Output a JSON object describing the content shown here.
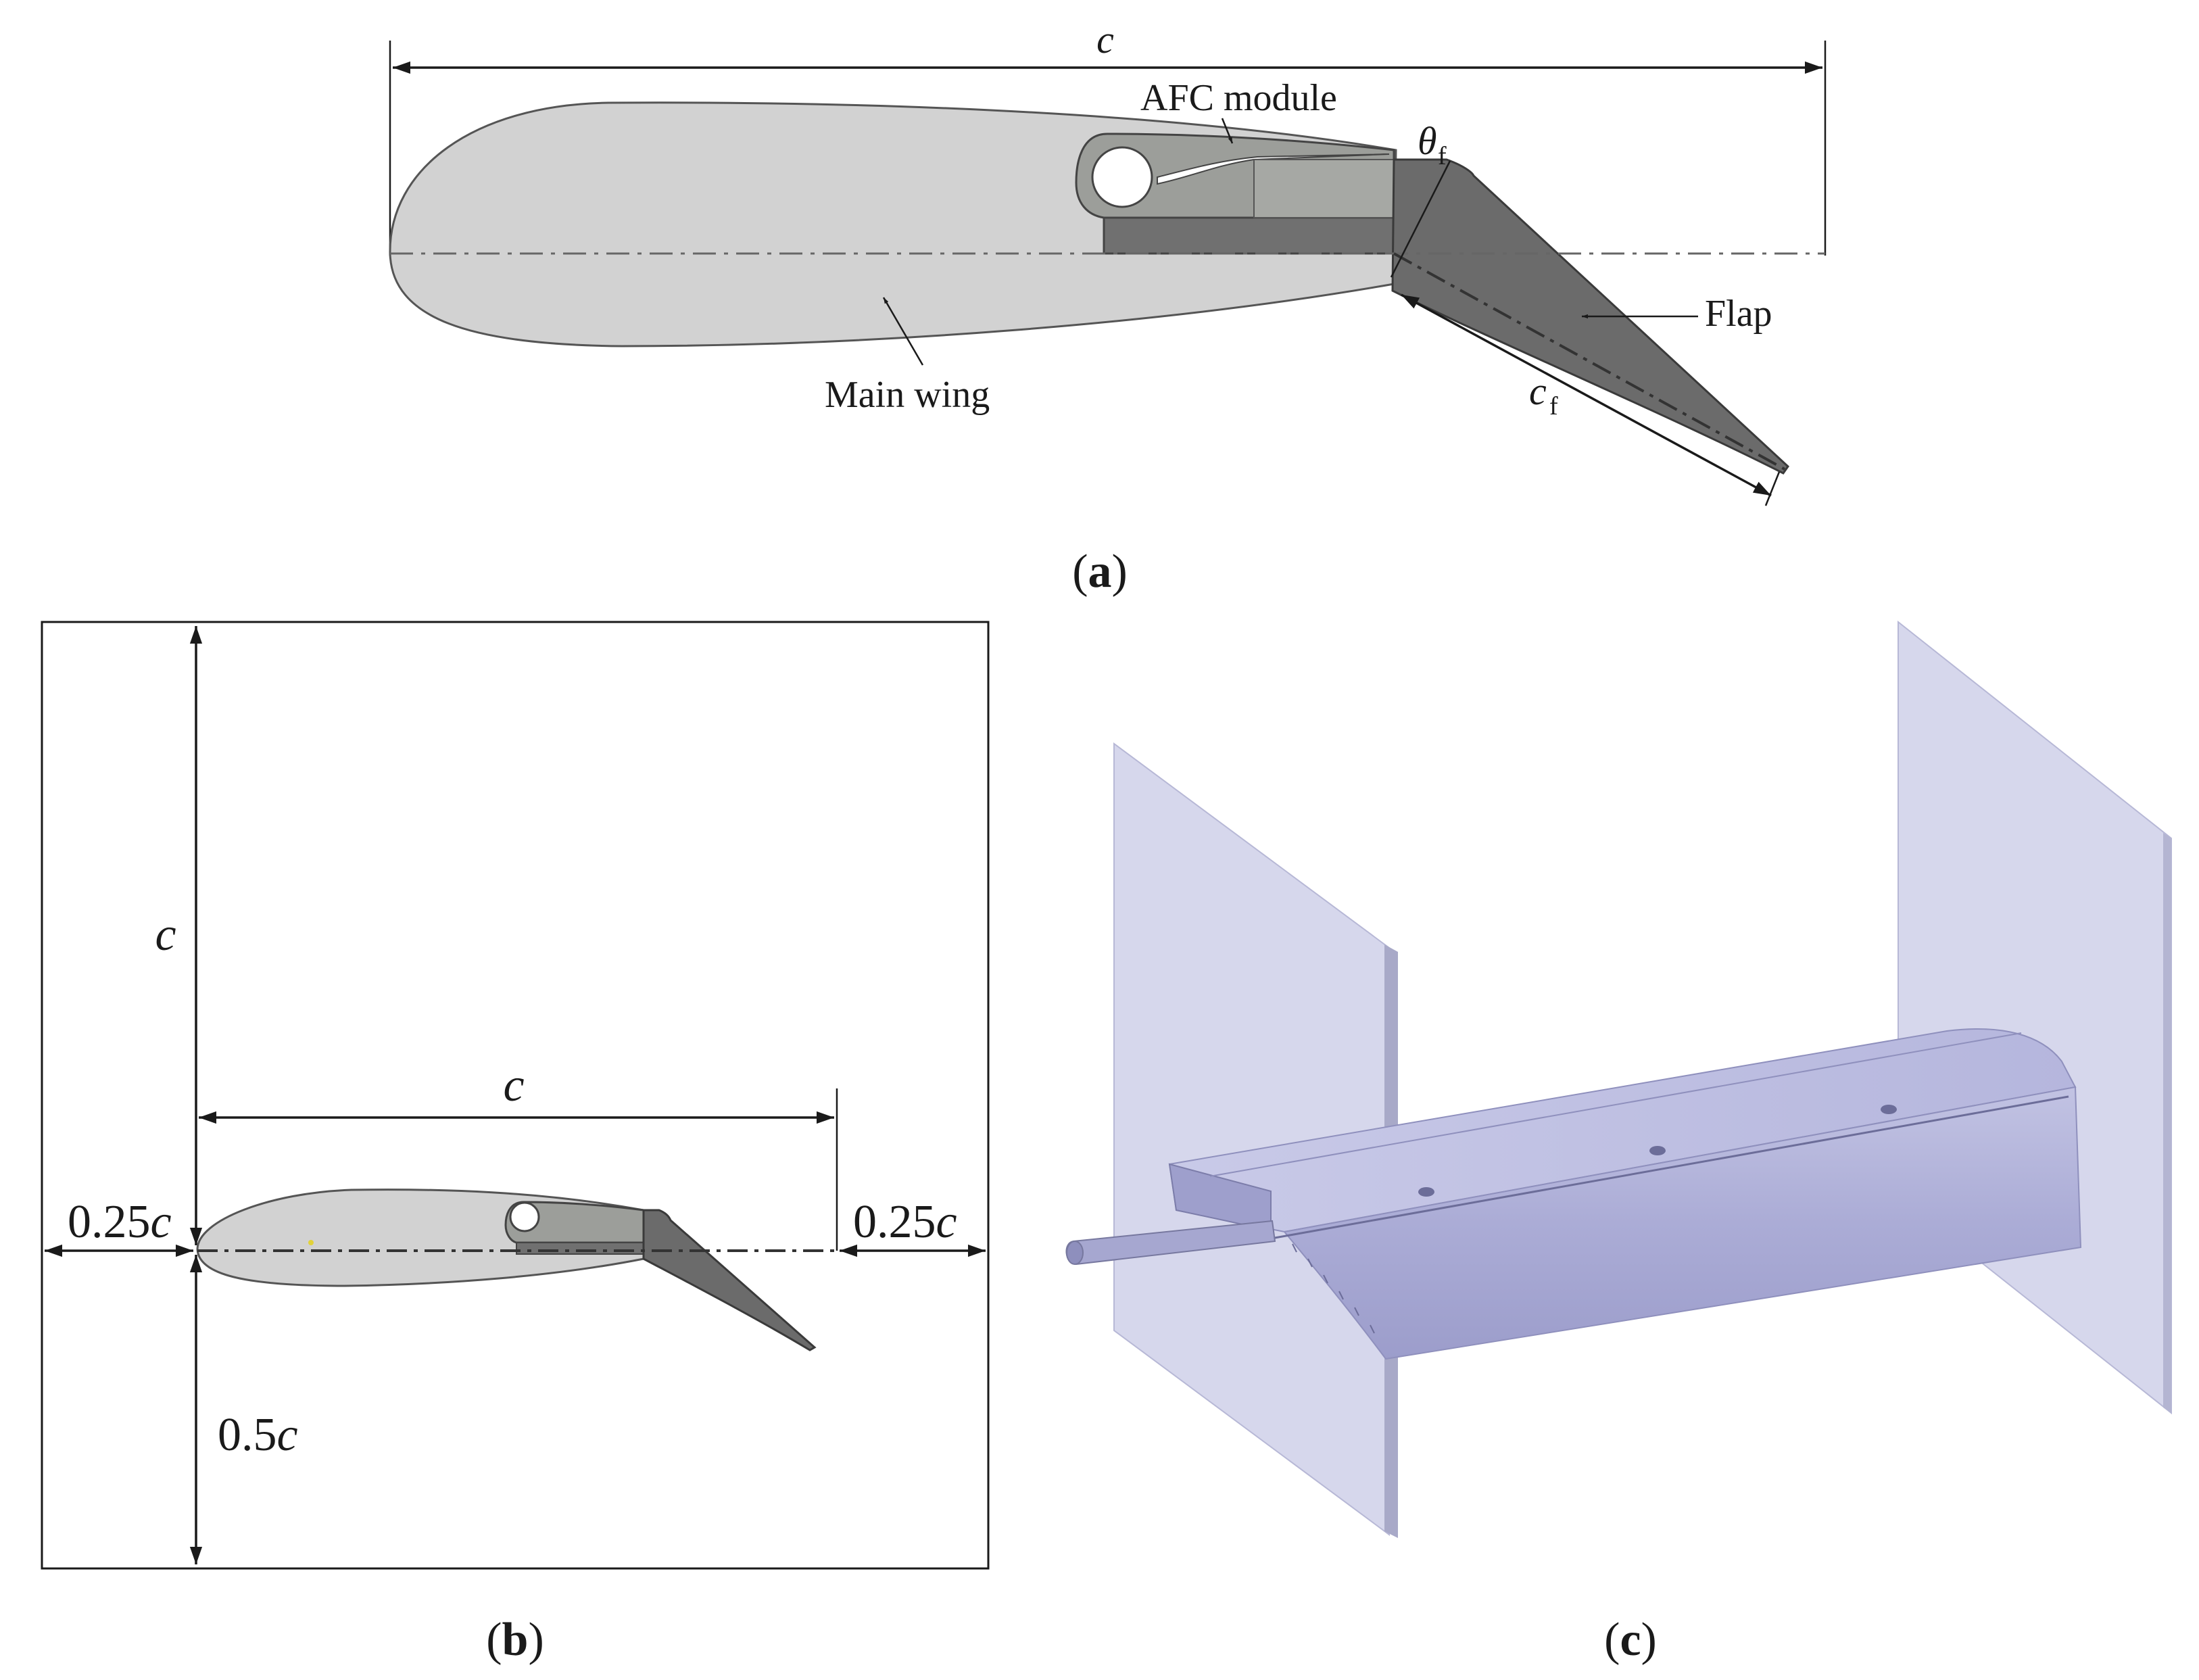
{
  "panel_a": {
    "label_chord": "c",
    "label_afc": "AFC module",
    "label_theta": "θ",
    "label_theta_sub": "f",
    "label_flap": "Flap",
    "label_main_wing": "Main wing",
    "label_cf": "c",
    "label_cf_sub": "f",
    "caption_open": "(",
    "caption_letter": "a",
    "caption_close": ")"
  },
  "panel_b": {
    "label_height": "c",
    "label_chord": "c",
    "label_left_num": "0.25",
    "label_left_var": "c",
    "label_right_num": "0.25",
    "label_right_var": "c",
    "label_bottom_num": "0.5",
    "label_bottom_var": "c",
    "caption_open": "(",
    "caption_letter": "b",
    "caption_close": ")"
  },
  "panel_c": {
    "caption_open": "(",
    "caption_letter": "c",
    "caption_close": ")"
  },
  "colors": {
    "main_wing": "#d2d2d2",
    "afc_module": "#9a9c98",
    "dark_grey": "#6e6e6e",
    "flap": "#6b6b6b",
    "endplate": "#d6d7ec",
    "model_body": "#a9aad4"
  }
}
